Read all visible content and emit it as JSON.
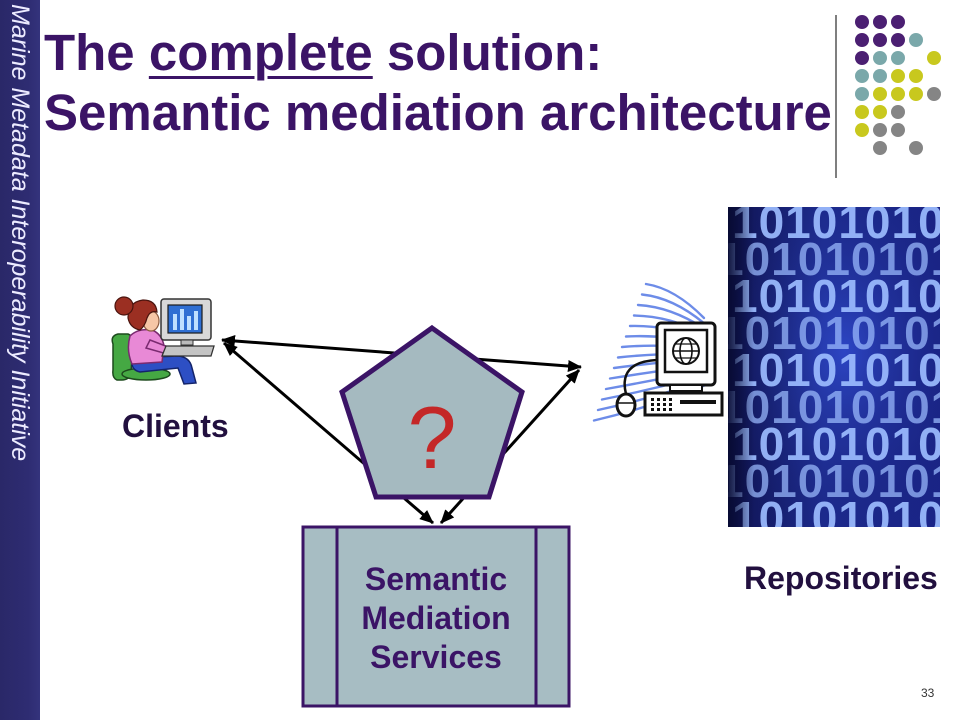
{
  "slide": {
    "sidebar_text": "Marine Metadata Interoperability Initiative",
    "page_number": "33"
  },
  "title": {
    "line1_parts": [
      "The ",
      "complete",
      " solution:"
    ],
    "line2": "Semantic mediation architecture"
  },
  "diagram": {
    "clients_label": "Clients",
    "repositories_label": "Repositories",
    "mediator_symbol": "?",
    "services_box_lines": [
      "Semantic",
      "Mediation",
      "Services"
    ],
    "repositories_image_digits": "1010101010"
  },
  "icons": {
    "clients": "woman-at-computer-icon",
    "repository_access": "networked-computer-icon",
    "repositories": "binary-data-image",
    "mediator": "pentagon-shape",
    "decoration": "dot-grid"
  },
  "colors": {
    "title": "#3b1466",
    "sidebar": "#2c2a6e",
    "mediator_fill": "#a5bac0",
    "question_mark": "#c42727",
    "dot_purple": "#4b1f72",
    "dot_teal": "#7aa8aa",
    "dot_yellow": "#c8c81e",
    "dot_gray": "#858585"
  }
}
